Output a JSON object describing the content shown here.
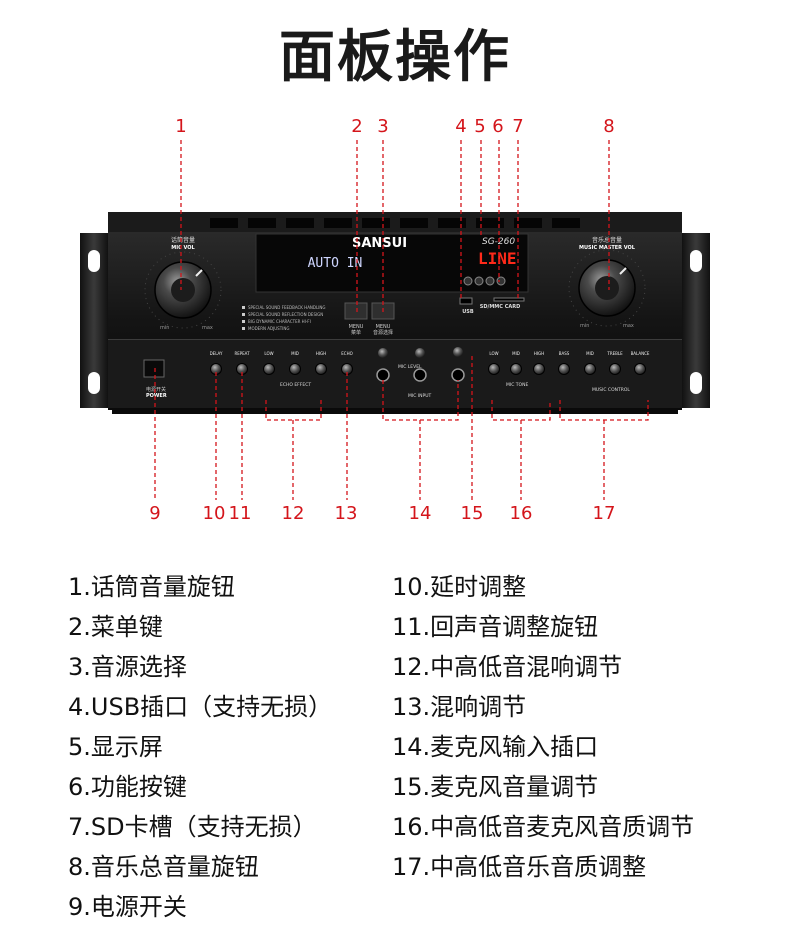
{
  "page_title": "面板操作",
  "callout_color": "#d4151b",
  "device": {
    "brand": "SANSUI",
    "model": "SG-260",
    "display_text": "AUTO IN",
    "led_text": "LINE",
    "mic_vol_label": "话筒音量",
    "mic_vol_sub": "MIC VOL",
    "music_vol_label": "音乐总音量",
    "music_vol_sub": "MUSIC MASTER VOL",
    "min_label": "min",
    "max_label": "max",
    "features": [
      "SPECIAL SOUND FEEDBACK HANDLING",
      "SPECIAL SOUND REFLECTION DESIGN",
      "BIG DYNAMIC CHARACTER HI-FI",
      "MODERN ADJUSTING"
    ],
    "menu_label": "MENU",
    "menu_cn": "菜单",
    "source_label": "MENU",
    "source_cn": "音源选择",
    "usb_label": "USB",
    "sd_label": "SD/MMC CARD",
    "power_label": "POWER",
    "power_cn": "电源开关",
    "echo_effect": "ECHO EFFECT",
    "mic_level": "MIC LEVEL",
    "mic_input": "MIC INPUT",
    "mic_tone": "MIC TONE",
    "music_control": "MUSIC CONTROL",
    "left_knobs": [
      "DELAY",
      "REPEAT",
      "LOW",
      "MID",
      "HIGH",
      "ECHO"
    ],
    "right_knobs": [
      "LOW",
      "MID",
      "HIGH",
      "BASS",
      "MID",
      "TREBLE",
      "BALANCE"
    ]
  },
  "callouts": [
    "1",
    "2",
    "3",
    "4",
    "5",
    "6",
    "7",
    "8",
    "9",
    "10",
    "11",
    "12",
    "13",
    "14",
    "15",
    "16",
    "17"
  ],
  "legend_left": [
    "1.话筒音量旋钮",
    "2.菜单键",
    "3.音源选择",
    "4.USB插口（支持无损）",
    "5.显示屏",
    "6.功能按键",
    "7.SD卡槽（支持无损）",
    "8.音乐总音量旋钮",
    "9.电源开关"
  ],
  "legend_right": [
    "10.延时调整",
    "11.回声音调整旋钮",
    "12.中高低音混响调节",
    "13.混响调节",
    "14.麦克风输入插口",
    "15.麦克风音量调节",
    "16.中高低音麦克风音质调节",
    "17.中高低音乐音质调整"
  ]
}
